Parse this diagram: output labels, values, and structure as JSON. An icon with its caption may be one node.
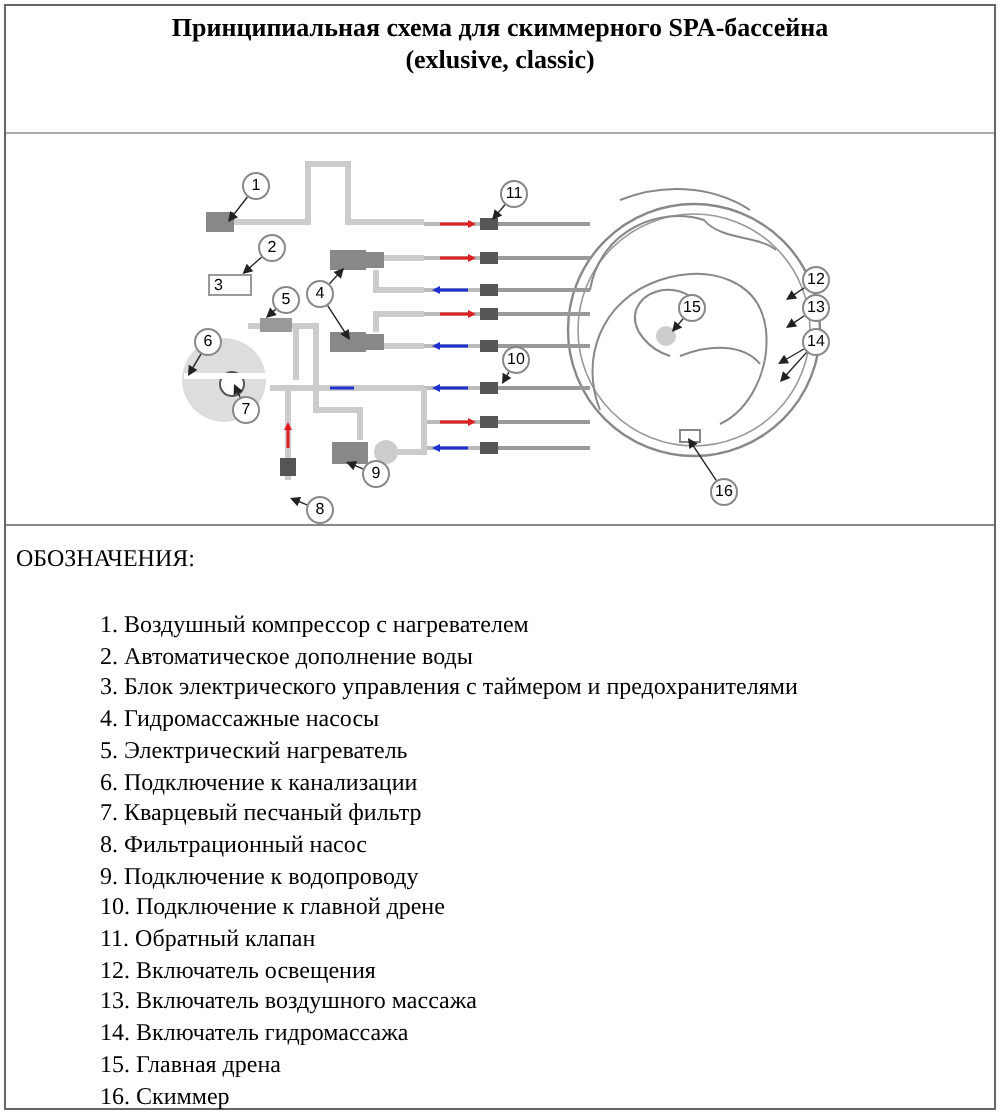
{
  "diagram": {
    "title": "Принципиальная схема для скиммерного SPA-бассейна (exlusive, classic)",
    "nodes": [
      {
        "text": [
          "1"
        ]
      },
      {
        "text": [
          "2"
        ]
      },
      {
        "text": [
          "3"
        ]
      },
      {
        "text": [
          "4"
        ]
      },
      {
        "text": [
          "5"
        ]
      },
      {
        "text": [
          "6"
        ]
      },
      {
        "text": [
          "7"
        ]
      },
      {
        "text": [
          "8"
        ]
      },
      {
        "text": [
          "9"
        ]
      },
      {
        "text": [
          "10"
        ]
      },
      {
        "text": [
          "11"
        ]
      },
      {
        "text": [
          "12"
        ]
      },
      {
        "text": [
          "13"
        ]
      },
      {
        "text": [
          "14"
        ]
      },
      {
        "text": [
          "15"
        ]
      },
      {
        "text": [
          "16"
        ]
      }
    ],
    "edges": [
      {
        "from": 0,
        "to": null,
        "arrow": "to"
      },
      {
        "from": 1,
        "to": 2,
        "arrow": "to"
      },
      {
        "from": 3,
        "to": null,
        "arrow": "to"
      },
      {
        "from": 3,
        "to": null,
        "arrow": "to"
      },
      {
        "from": 4,
        "to": null,
        "arrow": "to"
      },
      {
        "from": 5,
        "to": null,
        "arrow": "to"
      },
      {
        "from": 6,
        "to": null,
        "arrow": "to"
      },
      {
        "from": 7,
        "to": null,
        "arrow": "to"
      },
      {
        "from": 8,
        "to": null,
        "arrow": "to"
      },
      {
        "from": 9,
        "to": null,
        "arrow": "to"
      },
      {
        "from": 10,
        "to": null,
        "arrow": "to"
      },
      {
        "from": 11,
        "to": null,
        "arrow": "to"
      },
      {
        "from": 12,
        "to": null,
        "arrow": "to"
      },
      {
        "from": 13,
        "to": null,
        "arrow": "to"
      },
      {
        "from": 13,
        "to": null,
        "arrow": "to"
      },
      {
        "from": 14,
        "to": null,
        "arrow": "to"
      },
      {
        "from": 15,
        "to": null,
        "arrow": "to"
      }
    ],
    "labels": [
      "ОБОЗНАЧЕНИЯ:",
      "1. Воздушный компрессор с нагревателем",
      "2. Автоматическое дополнение воды",
      "3. Блок электрического управления с таймером и предохранителями",
      "4. Гидромассажные насосы",
      "5. Электрический нагреватель",
      "6. Подключение к канализации",
      "7. Кварцевый песчаный фильтр",
      "8. Фильтрационный насос",
      "9. Подключение к водопроводу",
      "10. Подключение к главной дрене",
      "11. Обратный клапан",
      "12. Включатель освещения",
      "13. Включатель воздушного массажа",
      "14. Включатель гидромассажа",
      "15. Главная дрена",
      "16. Скиммер"
    ]
  }
}
